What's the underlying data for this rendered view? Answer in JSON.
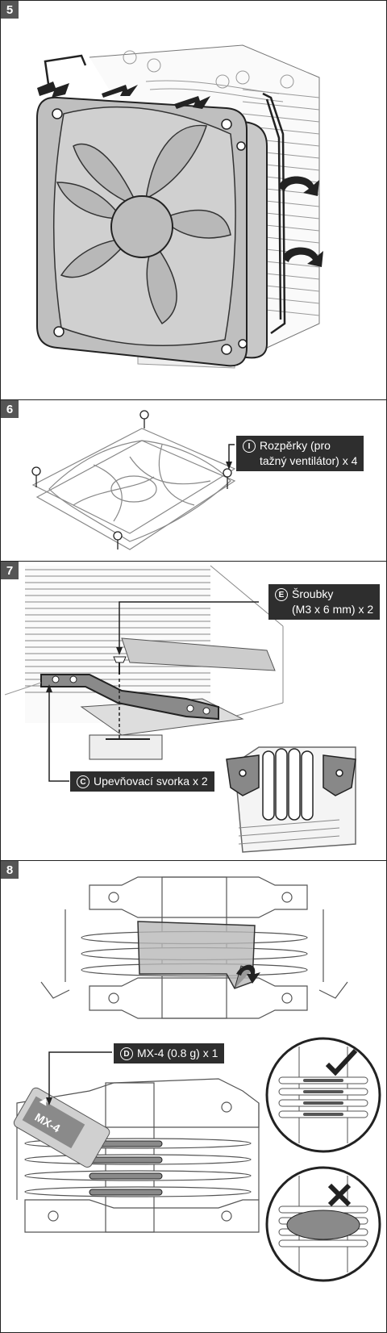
{
  "steps": {
    "s5": {
      "number": "5"
    },
    "s6": {
      "number": "6",
      "callout": {
        "letter": "I",
        "line1": "Rozpěrky (pro",
        "line2": "tažný ventilátor) x 4"
      }
    },
    "s7": {
      "number": "7",
      "screws": {
        "letter": "E",
        "line1": "Šroubky",
        "line2": "(M3 x 6 mm) x 2"
      },
      "clip": {
        "letter": "C",
        "label": "Upevňovací svorka x 2"
      }
    },
    "s8": {
      "number": "8",
      "paste": {
        "letter": "D",
        "label": "MX-4 (0.8 g) x 1"
      },
      "tube_label": "MX-4"
    }
  },
  "icons": [
    "rotate-arrow-icon",
    "check-mark-icon",
    "cross-mark-icon"
  ]
}
